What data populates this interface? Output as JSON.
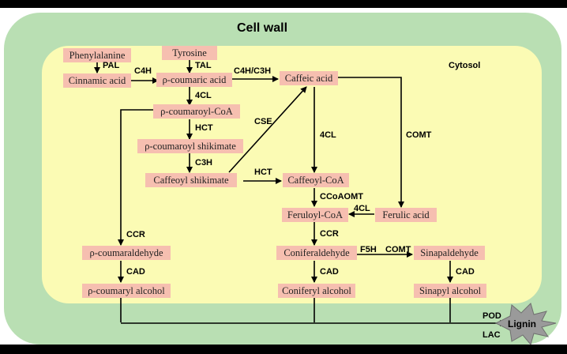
{
  "compartments": {
    "cell_wall": "Cell wall",
    "cytosol": "Cytosol"
  },
  "metabolites": {
    "phenylalanine": "Phenylalanine",
    "tyrosine": "Tyrosine",
    "cinnamic_acid": "Cinnamic acid",
    "p_coumaric_acid": "ρ-coumaric acid",
    "caffeic_acid": "Caffeic acid",
    "p_coumaroyl_coa": "ρ-coumaroyl-CoA",
    "p_coumaroyl_shikimate": "ρ-coumaroyl shikimate",
    "caffeoyl_shikimate": "Caffeoyl shikimate",
    "caffeoyl_coa": "Caffeoyl-CoA",
    "feruloyl_coa": "Feruloyl-CoA",
    "ferulic_acid": "Ferulic acid",
    "p_coumaraldehyde": "ρ-coumaraldehyde",
    "coniferaldehyde": "Coniferaldehyde",
    "sinapaldehyde": "Sinapaldehyde",
    "p_coumaryl_alcohol": "ρ-coumaryl alcohol",
    "coniferyl_alcohol": "Coniferyl alcohol",
    "sinapyl_alcohol": "Sinapyl alcohol",
    "lignin": "Lignin"
  },
  "enzymes": {
    "pal": "PAL",
    "tal": "TAL",
    "c4h": "C4H",
    "c4h_c3h": "C4H/C3H",
    "4cl_a": "4CL",
    "4cl_b": "4CL",
    "4cl_c": "4CL",
    "hct_a": "HCT",
    "hct_b": "HCT",
    "c3h": "C3H",
    "cse": "CSE",
    "comt_a": "COMT",
    "comt_b": "COMT",
    "ccoaomt": "CCoAOMT",
    "ccr_a": "CCR",
    "ccr_b": "CCR",
    "f5h": "F5H",
    "cad_a": "CAD",
    "cad_b": "CAD",
    "cad_c": "CAD",
    "pod": "POD",
    "lac": "LAC"
  },
  "colors": {
    "cell_wall": "#b9dfb3",
    "cytosol": "#fbfbb4",
    "metabolite_box": "#f6bfb0",
    "lignin_burst": "#9a9a9a"
  }
}
